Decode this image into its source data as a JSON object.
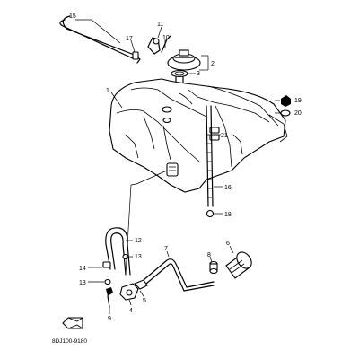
{
  "callouts": {
    "c1": "1",
    "c2": "2",
    "c3": "3",
    "c4": "4",
    "c5": "5",
    "c6": "6",
    "c7": "7",
    "c8": "8",
    "c9": "9",
    "c10": "10",
    "c11": "11",
    "c12": "12",
    "c13a": "13",
    "c13b": "13",
    "c14": "14",
    "c15": "15",
    "c16": "16",
    "c17": "17",
    "c18": "18",
    "c19": "19",
    "c20": "20",
    "c21": "21"
  },
  "diagram_code": "8DJ100-9180"
}
